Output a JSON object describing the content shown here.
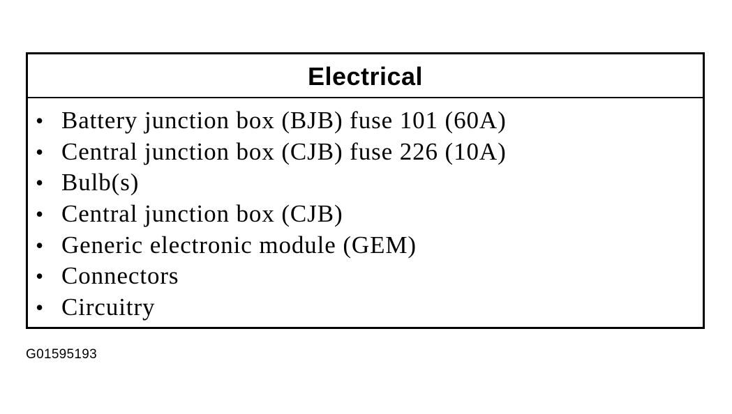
{
  "table": {
    "title": "Electrical",
    "bullet_glyph": "•",
    "items": [
      "Battery junction box (BJB) fuse 101 (60A)",
      "Central junction box (CJB) fuse 226 (10A)",
      "Bulb(s)",
      "Central junction box (CJB)",
      "Generic electronic module (GEM)",
      "Connectors",
      "Circuitry"
    ]
  },
  "figure_id": "G01595193"
}
